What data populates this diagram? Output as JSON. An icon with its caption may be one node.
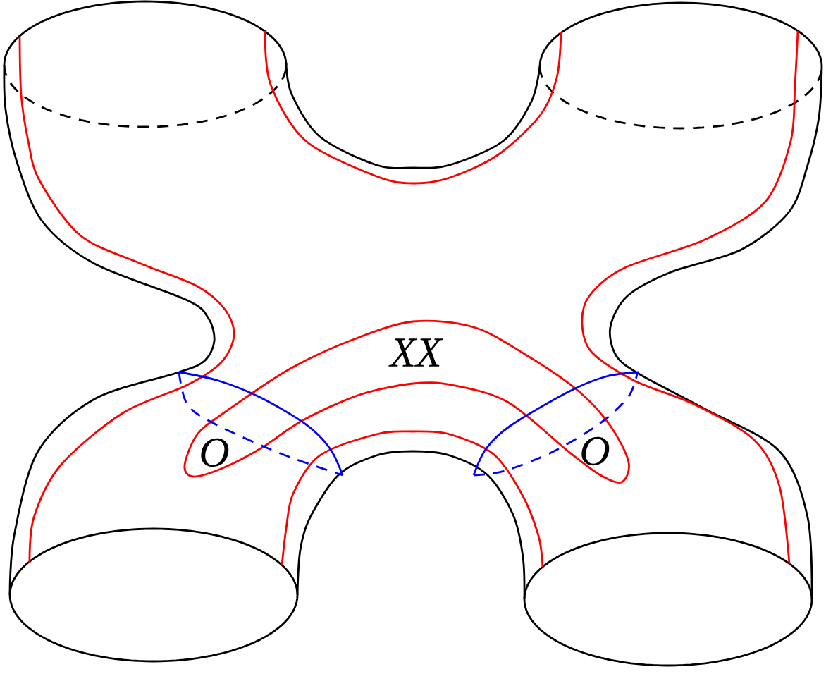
{
  "diagram": {
    "labels": [
      "XX",
      "O",
      "O"
    ]
  }
}
